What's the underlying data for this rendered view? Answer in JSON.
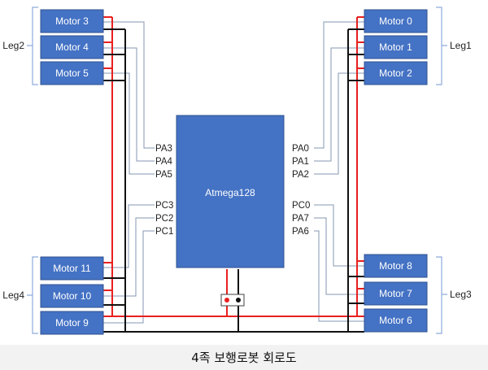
{
  "caption": "4족 보행로봇 회로도",
  "mcu": {
    "label": "Atmega128"
  },
  "motors": {
    "m0": "Motor 0",
    "m1": "Motor 1",
    "m2": "Motor 2",
    "m3": "Motor 3",
    "m4": "Motor 4",
    "m5": "Motor 5",
    "m6": "Motor 6",
    "m7": "Motor 7",
    "m8": "Motor 8",
    "m9": "Motor 9",
    "m10": "Motor 10",
    "m11": "Motor 11"
  },
  "legs": {
    "leg1": "Leg1",
    "leg2": "Leg2",
    "leg3": "Leg3",
    "leg4": "Leg4"
  },
  "pins": {
    "left": [
      "PA3",
      "PA4",
      "PA5",
      "PC3",
      "PC2",
      "PC1"
    ],
    "right": [
      "PA0",
      "PA1",
      "PA2",
      "PC0",
      "PA7",
      "PA6"
    ]
  },
  "colors": {
    "box_fill": "#4472c4",
    "box_stroke": "#2f528f",
    "vcc_wire": "#e8201f",
    "gnd_wire": "#111111",
    "signal_wire": "#8497b0",
    "bracket": "#8eaadb"
  }
}
